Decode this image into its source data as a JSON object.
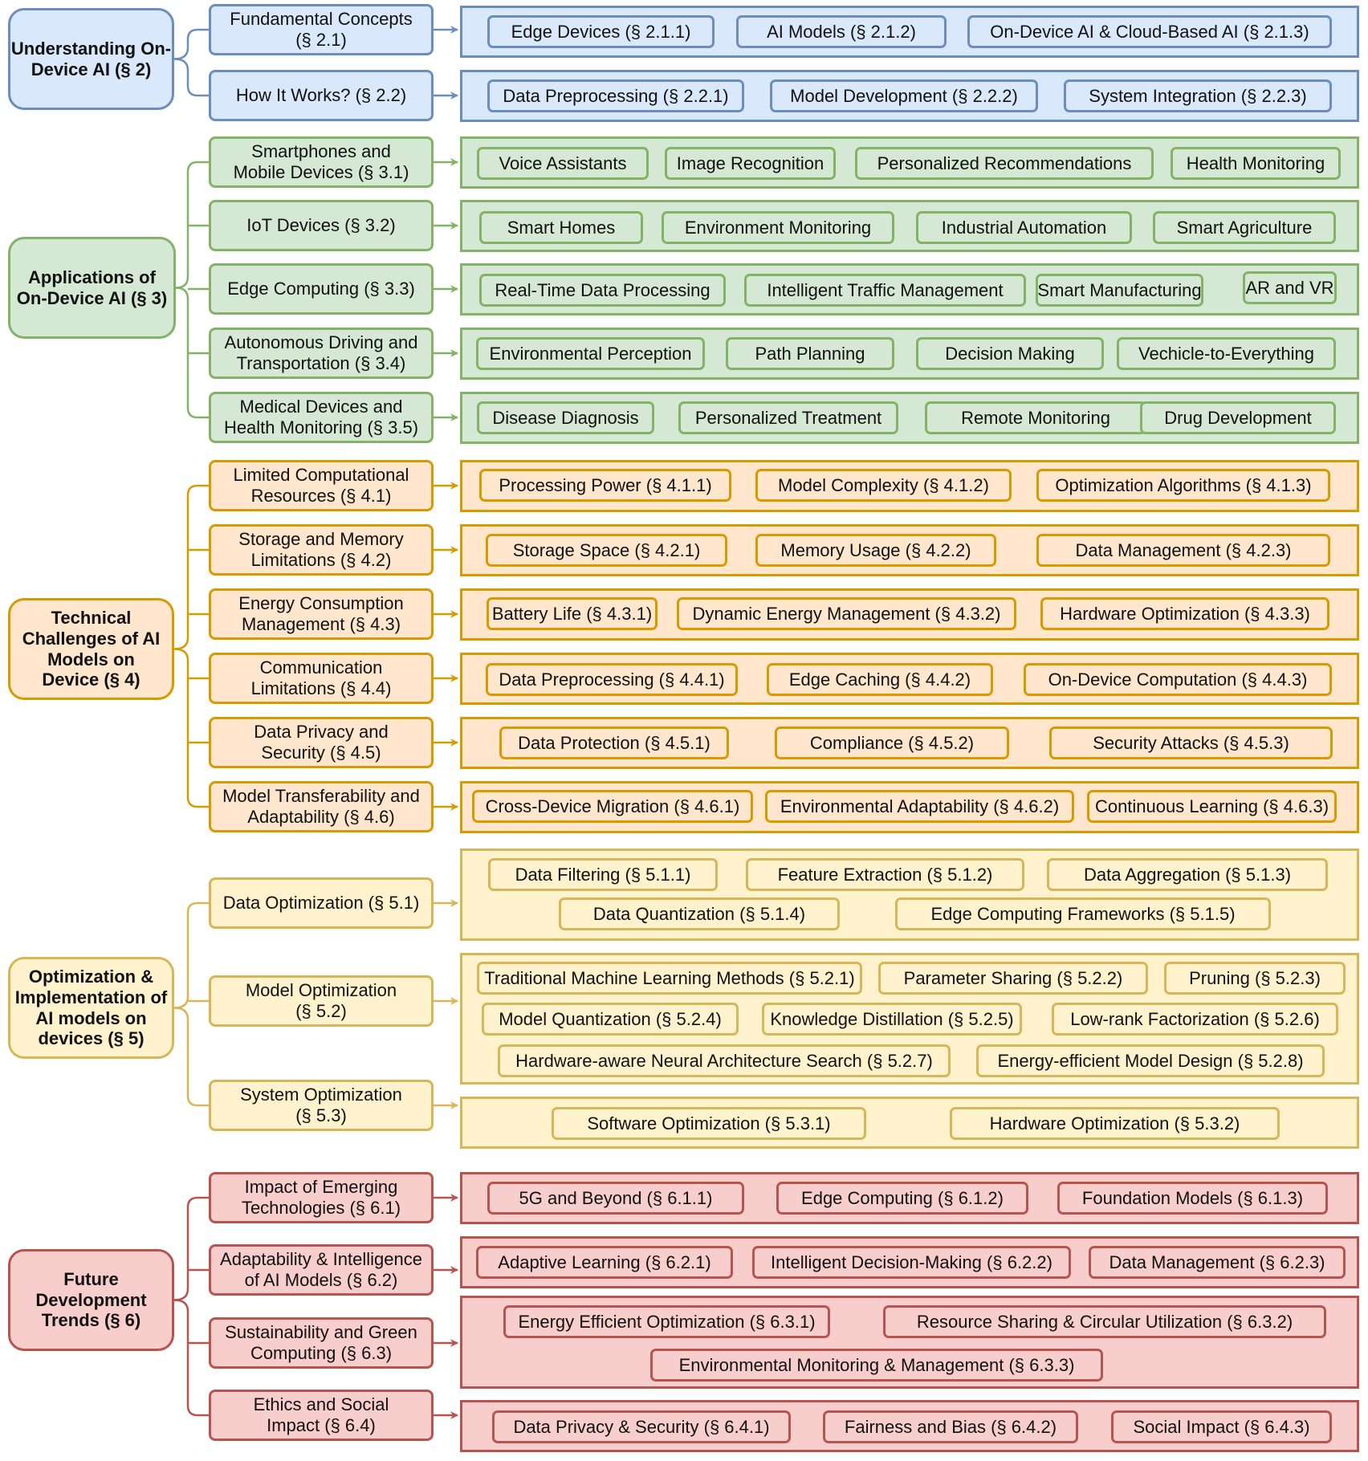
{
  "colors": {
    "blue": {
      "fill": "#dae8fc",
      "stroke": "#6c8ebf"
    },
    "green": {
      "fill": "#d5e8d4",
      "stroke": "#82b366"
    },
    "orange": {
      "fill": "#ffe6cc",
      "stroke": "#d79b00"
    },
    "yellow": {
      "fill": "#fff2cc",
      "stroke": "#d6b656"
    },
    "red": {
      "fill": "#f8cecc",
      "stroke": "#b85450"
    }
  },
  "sections": [
    {
      "root": "Understanding On-\nDevice AI (§ 2)",
      "color": "blue",
      "children": [
        {
          "label": "Fundamental Concepts\n(§ 2.1)",
          "leaves": [
            [
              "Edge Devices (§ 2.1.1)",
              "AI Models (§ 2.1.2)",
              "On-Device AI & Cloud-Based AI (§ 2.1.3)"
            ]
          ]
        },
        {
          "label": "How It Works? (§ 2.2)",
          "leaves": [
            [
              "Data Preprocessing (§ 2.2.1)",
              "Model Development (§ 2.2.2)",
              "System Integration (§ 2.2.3)"
            ]
          ]
        }
      ]
    },
    {
      "root": "Applications of\nOn-Device AI (§ 3)",
      "color": "green",
      "children": [
        {
          "label": "Smartphones and\nMobile Devices (§ 3.1)",
          "leaves": [
            [
              "Voice Assistants",
              "Image Recognition",
              "Personalized Recommendations",
              "Health Monitoring"
            ]
          ]
        },
        {
          "label": "IoT Devices (§ 3.2)",
          "leaves": [
            [
              "Smart Homes",
              "Environment Monitoring",
              "Industrial Automation",
              "Smart Agriculture"
            ]
          ]
        },
        {
          "label": "Edge Computing (§ 3.3)",
          "leaves": [
            [
              "Real-Time Data Processing",
              "Intelligent Traffic Management",
              "Smart Manufacturing",
              "AR and VR"
            ]
          ]
        },
        {
          "label": "Autonomous Driving  and\nTransportation (§ 3.4)",
          "leaves": [
            [
              "Environmental Perception",
              "Path Planning",
              "Decision Making",
              "Vechicle-to-Everything"
            ]
          ]
        },
        {
          "label": "Medical Devices and\nHealth Monitoring (§ 3.5)",
          "leaves": [
            [
              "Disease Diagnosis",
              "Personalized Treatment",
              "Remote Monitoring",
              "Drug Development"
            ]
          ]
        }
      ]
    },
    {
      "root": "Technical\nChallenges of AI\nModels on\nDevice (§ 4)",
      "color": "orange",
      "children": [
        {
          "label": "Limited Computational\nResources (§ 4.1)",
          "leaves": [
            [
              "Processing Power (§ 4.1.1)",
              "Model Complexity (§ 4.1.2)",
              "Optimization Algorithms (§ 4.1.3)"
            ]
          ]
        },
        {
          "label": "Storage and Memory\nLimitations (§ 4.2)",
          "leaves": [
            [
              "Storage Space (§ 4.2.1)",
              "Memory Usage (§ 4.2.2)",
              "Data Management (§ 4.2.3)"
            ]
          ]
        },
        {
          "label": "Energy Consumption\nManagement (§ 4.3)",
          "leaves": [
            [
              "Battery Life (§ 4.3.1)",
              "Dynamic Energy Management (§ 4.3.2)",
              "Hardware Optimization (§ 4.3.3)"
            ]
          ]
        },
        {
          "label": "Communication\nLimitations (§ 4.4)",
          "leaves": [
            [
              "Data Preprocessing (§ 4.4.1)",
              "Edge Caching (§ 4.4.2)",
              "On-Device Computation (§ 4.4.3)"
            ]
          ]
        },
        {
          "label": "Data Privacy and\nSecurity (§ 4.5)",
          "leaves": [
            [
              "Data Protection (§ 4.5.1)",
              "Compliance (§ 4.5.2)",
              "Security Attacks (§ 4.5.3)"
            ]
          ]
        },
        {
          "label": "Model Transferability and\nAdaptability (§ 4.6)",
          "leaves": [
            [
              "Cross-Device Migration (§ 4.6.1)",
              "Environmental Adaptability (§ 4.6.2)",
              "Continuous Learning (§ 4.6.3)"
            ]
          ]
        }
      ]
    },
    {
      "root": "Optimization &\nImplementation of\nAI models on\ndevices (§ 5)",
      "color": "yellow",
      "children": [
        {
          "label": "Data Optimization (§ 5.1)",
          "leaves": [
            [
              "Data Filtering (§ 5.1.1)",
              "Feature Extraction (§ 5.1.2)",
              "Data Aggregation (§ 5.1.3)"
            ],
            [
              "Data Quantization (§ 5.1.4)",
              "Edge Computing Frameworks (§ 5.1.5)"
            ]
          ]
        },
        {
          "label": "Model Optimization\n(§ 5.2)",
          "leaves": [
            [
              "Traditional Machine Learning Methods (§ 5.2.1)",
              "Parameter Sharing (§ 5.2.2)",
              "Pruning (§ 5.2.3)"
            ],
            [
              "Model Quantization (§ 5.2.4)",
              "Knowledge Distillation (§ 5.2.5)",
              "Low-rank Factorization (§ 5.2.6)"
            ],
            [
              "Hardware-aware Neural Architecture Search (§ 5.2.7)",
              "Energy-efficient Model Design (§ 5.2.8)"
            ]
          ]
        },
        {
          "label": "System Optimization\n(§ 5.3)",
          "leaves": [
            [
              "Software Optimization (§ 5.3.1)",
              "Hardware Optimization (§ 5.3.2)"
            ]
          ]
        }
      ]
    },
    {
      "root": "Future\nDevelopment\nTrends (§ 6)",
      "color": "red",
      "children": [
        {
          "label": "Impact of Emerging\nTechnologies (§ 6.1)",
          "leaves": [
            [
              "5G and Beyond (§ 6.1.1)",
              "Edge Computing (§ 6.1.2)",
              "Foundation Models (§ 6.1.3)"
            ]
          ]
        },
        {
          "label": "Adaptability & Intelligence\nof AI Models (§ 6.2)",
          "leaves": [
            [
              "Adaptive Learning (§ 6.2.1)",
              "Intelligent Decision-Making (§ 6.2.2)",
              "Data Management (§ 6.2.3)"
            ]
          ]
        },
        {
          "label": "Sustainability and Green\nComputing (§ 6.3)",
          "leaves": [
            [
              "Energy Efficient Optimization (§ 6.3.1)",
              "Resource Sharing & Circular Utilization (§ 6.3.2)"
            ],
            [
              "Environmental Monitoring & Management (§ 6.3.3)"
            ]
          ]
        },
        {
          "label": "Ethics and Social\nImpact (§ 6.4)",
          "leaves": [
            [
              "Data Privacy & Security (§ 6.4.1)",
              "Fairness and Bias (§ 6.4.2)",
              "Social Impact (§ 6.4.3)"
            ]
          ]
        }
      ]
    }
  ]
}
